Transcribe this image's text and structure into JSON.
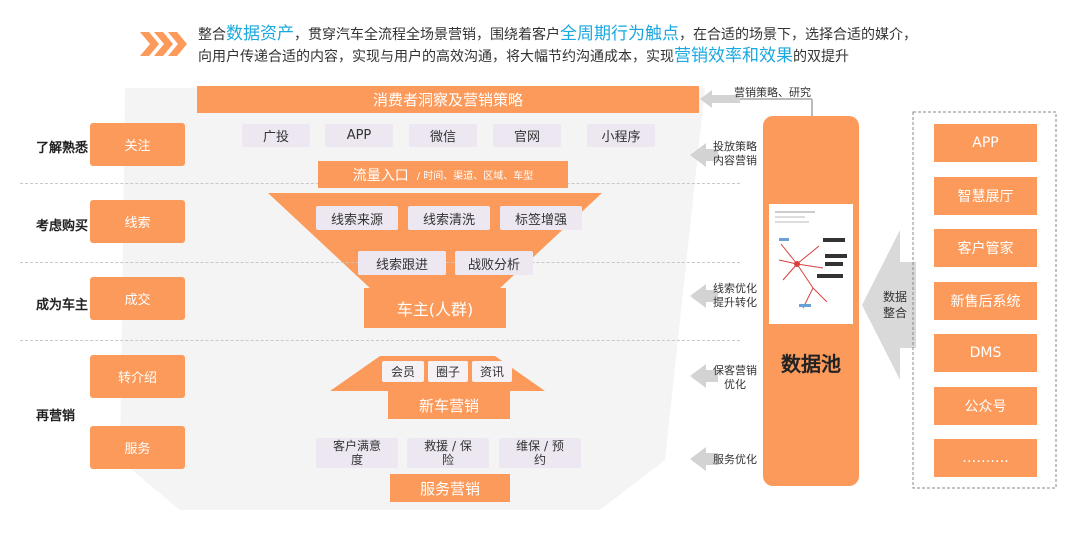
{
  "header": {
    "line1": [
      {
        "text": "整合",
        "hl": false
      },
      {
        "text": "数据资产",
        "hl": true
      },
      {
        "text": "，贯穿汽车全流程全场景营销，围绕着客户",
        "hl": false
      },
      {
        "text": "全周期行为触点",
        "hl": true
      },
      {
        "text": "，在合适的场景下，选择合适的媒介，",
        "hl": false
      }
    ],
    "line2": [
      {
        "text": "向用户传递合适的内容，实现与用户的高效沟通，将大幅节约沟通成本，实现",
        "hl": false
      },
      {
        "text": "营销效率和效果",
        "hl": true
      },
      {
        "text": "的双提升",
        "hl": false
      }
    ]
  },
  "funnel": {
    "top_bar": "消费者洞察及营销策略",
    "channels": [
      "广投",
      "APP",
      "微信",
      "官网",
      "小程序"
    ],
    "traffic_entry": "流量入口",
    "traffic_entry_sub": "/  时间、渠道、区域、车型",
    "leads_row1": [
      "线索来源",
      "线索清洗",
      "标签增强"
    ],
    "leads_row2": [
      "线索跟进",
      "战败分析"
    ],
    "owner_group": "车主(人群)",
    "new_car_tags": [
      "会员",
      "圈子",
      "资讯"
    ],
    "new_car_marketing": "新车营销",
    "service_chips": [
      "客户满意度",
      "救援 / 保险",
      "维保 / 预约"
    ],
    "service_marketing": "服务营销"
  },
  "stages": {
    "labels": [
      "了解熟悉",
      "考虑购买",
      "成为车主",
      "再营销"
    ],
    "boxes": [
      "关注",
      "线索",
      "成交",
      "转介绍",
      "服务"
    ]
  },
  "arrows": {
    "a1": "营销策略、研究",
    "a2": "投放策略\n内容营销",
    "a3": "线索优化\n提升转化",
    "a4": "保客营销\n优化",
    "a5": "服务优化"
  },
  "data_pool": {
    "label": "数据池"
  },
  "integration": {
    "label": "数据\n整合",
    "sources": [
      "APP",
      "智慧展厅",
      "客户管家",
      "新售后系统",
      "DMS",
      "公众号",
      "………."
    ]
  },
  "colors": {
    "orange": "#fb9a5a",
    "funnel_fill": "#f4f4f4",
    "chip_fill": "#ece7f1",
    "highlight_blue": "#1aa8df",
    "arrow_gray": "#d3d3d3"
  }
}
